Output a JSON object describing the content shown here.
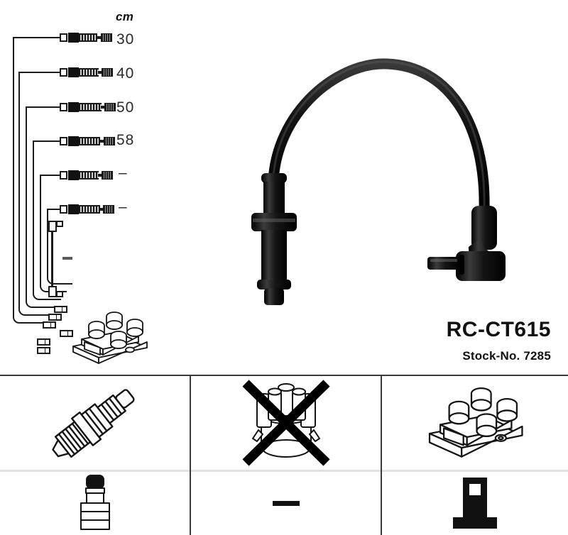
{
  "product": {
    "title": "RC-CT615",
    "stock_label": "Stock-No. 7285"
  },
  "length_table": {
    "unit_header": "cm",
    "rows": [
      {
        "label": "30",
        "value": 30
      },
      {
        "label": "40",
        "value": 40
      },
      {
        "label": "50",
        "value": 50
      },
      {
        "label": "58",
        "value": 58
      },
      {
        "label": "–",
        "value": null
      },
      {
        "label": "–",
        "value": null
      }
    ],
    "extra_cable_label": "–"
  },
  "diagram": {
    "main_cable_name": "ignition-cable",
    "coil_pack_name": "ignition-coil-pack",
    "cable_count": 6
  },
  "bottom_panels": [
    {
      "id": "spark-plug-panel",
      "top_icon": "spark-plug-icon",
      "bottom_icon": "rubber-boot-icon",
      "crossed_out": false,
      "bottom_label": ""
    },
    {
      "id": "distributor-cap-panel",
      "top_icon": "distributor-cap-icon",
      "bottom_icon": "dash-icon",
      "crossed_out": true,
      "bottom_label": "–"
    },
    {
      "id": "coil-pack-panel",
      "top_icon": "ignition-coil-pack-icon",
      "bottom_icon": "coil-terminal-icon",
      "crossed_out": false,
      "bottom_label": ""
    }
  ],
  "colors": {
    "line": "#1c1c1c",
    "divider": "#3a3a3a",
    "divider_light": "#e2e2e2",
    "background": "#ffffff",
    "text": "#111111"
  }
}
